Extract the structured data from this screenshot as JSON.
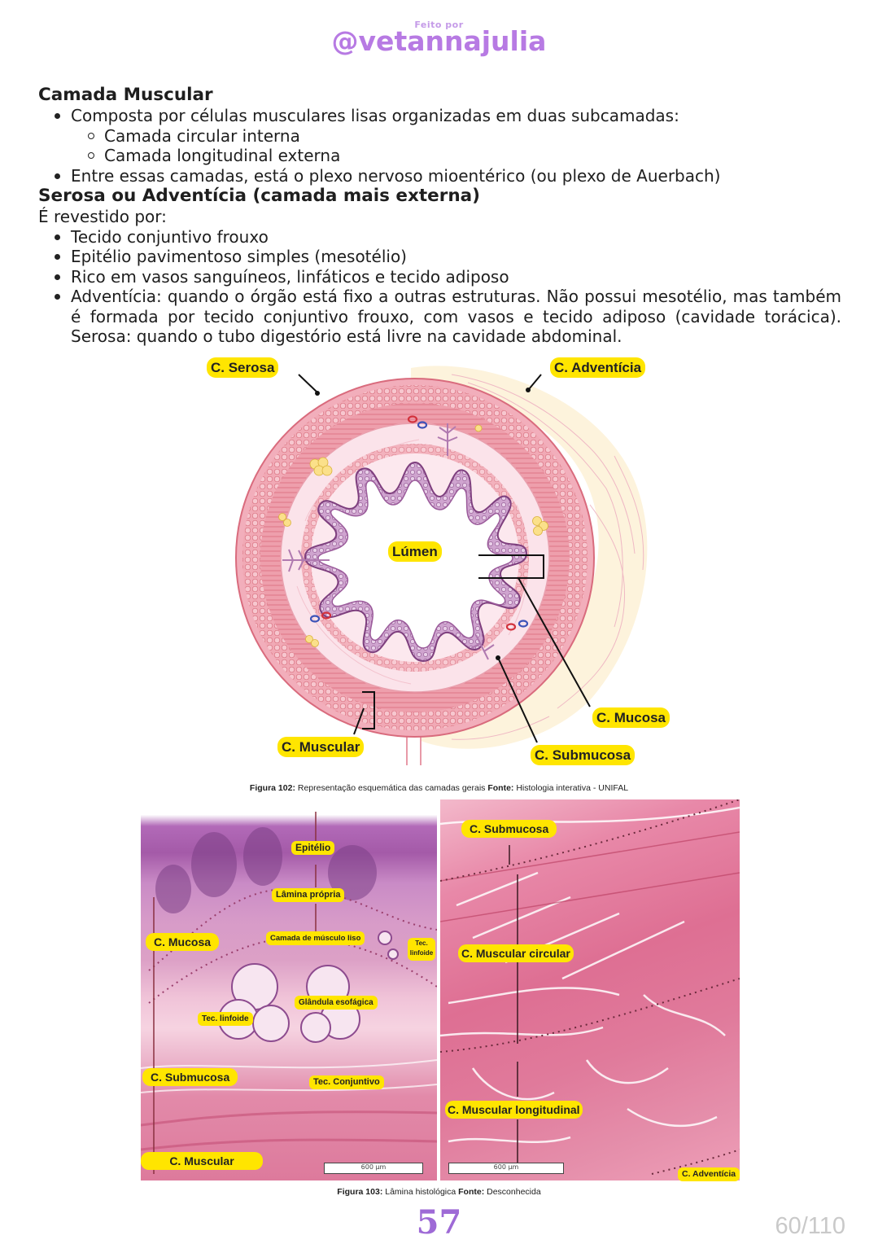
{
  "header": {
    "made_by": "Feito por",
    "handle": "@vetannajulia"
  },
  "muscular": {
    "title": "Camada Muscular",
    "b1": "Composta por células musculares lisas organizadas em duas subcamadas:",
    "s1": "Camada circular interna",
    "s2": "Camada longitudinal externa",
    "b2": "Entre essas camadas, está o plexo nervoso mioentérico (ou plexo de Auerbach)"
  },
  "serosa": {
    "title": "Serosa ou Adventícia (camada mais externa)",
    "intro": "É revestido por:",
    "b1": "Tecido conjuntivo frouxo",
    "b2": "Epitélio pavimentoso simples (mesotélio)",
    "b3": "Rico em vasos sanguíneos, linfáticos e tecido adiposo",
    "b4": "Adventícia: quando o órgão está fixo a outras estruturas. Não possui mesotélio, mas também é formada por tecido conjuntivo frouxo, com vasos e tecido adiposo (cavidade torácica). Serosa: quando o tubo digestório está livre na cavidade abdominal."
  },
  "fig102": {
    "labels": {
      "serosa": "C. Serosa",
      "adventicia": "C. Adventícia",
      "lumen": "Lúmen",
      "mucosa": "C. Mucosa",
      "muscular": "C. Muscular",
      "submucosa": "C. Submucosa"
    },
    "caption_bold": "Figura 102:",
    "caption_text": " Representação esquemática das camadas gerais ",
    "source_bold": "Fonte:",
    "source_text": " Histologia interativa - UNIFAL"
  },
  "fig103": {
    "left": {
      "epitelio": "Epitélio",
      "lamina": "Lâmina própria",
      "musculo": "Camada de músculo liso",
      "mucosa": "C. Mucosa",
      "tec_linfoide_small": "Tec. linfoide",
      "glandula": "Glândula esofágica",
      "tec_linfoide": "Tec. linfoide",
      "submucosa": "C. Submucosa",
      "conjuntivo": "Tec. Conjuntivo",
      "muscular": "C. Muscular",
      "scale": "600 µm"
    },
    "right": {
      "submucosa": "C. Submucosa",
      "circular": "C. Muscular circular",
      "longitudinal": "C. Muscular longitudinal",
      "adventicia": "C. Adventícia",
      "scale": "600 µm"
    },
    "caption_bold": "Figura 103:",
    "caption_text": " Lâmina histológica ",
    "source_bold": "Fonte:",
    "source_text": " Desconhecida"
  },
  "footer": {
    "page": "57",
    "counter": "60/110"
  }
}
